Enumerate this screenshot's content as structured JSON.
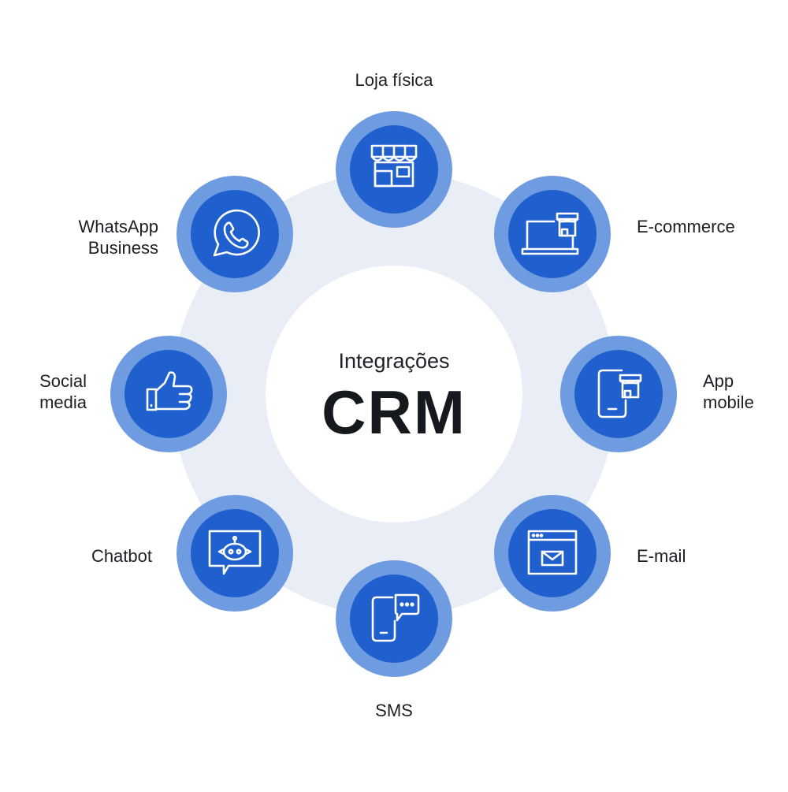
{
  "center": {
    "subtitle": "Integrações",
    "title": "CRM"
  },
  "colors": {
    "outer_ring": "#e8edf6",
    "center_fill": "#ffffff",
    "node_halo": "#6f9be0",
    "node_fill": "#1f5fce",
    "icon_stroke": "#ffffff",
    "text": "#1b1f24"
  },
  "nodes": [
    {
      "id": "loja-fisica",
      "label": "Loja física",
      "icon": "store-icon"
    },
    {
      "id": "e-commerce",
      "label": "E-commerce",
      "icon": "laptop-store-icon"
    },
    {
      "id": "app-mobile",
      "label": "App\nmobile",
      "icon": "mobile-store-icon"
    },
    {
      "id": "e-mail",
      "label": "E-mail",
      "icon": "email-window-icon"
    },
    {
      "id": "sms",
      "label": "SMS",
      "icon": "phone-chat-icon"
    },
    {
      "id": "chatbot",
      "label": "Chatbot",
      "icon": "chatbot-icon"
    },
    {
      "id": "social-media",
      "label": "Social\nmedia",
      "icon": "thumbs-up-icon"
    },
    {
      "id": "whatsapp-business",
      "label": "WhatsApp\nBusiness",
      "icon": "whatsapp-icon"
    }
  ]
}
